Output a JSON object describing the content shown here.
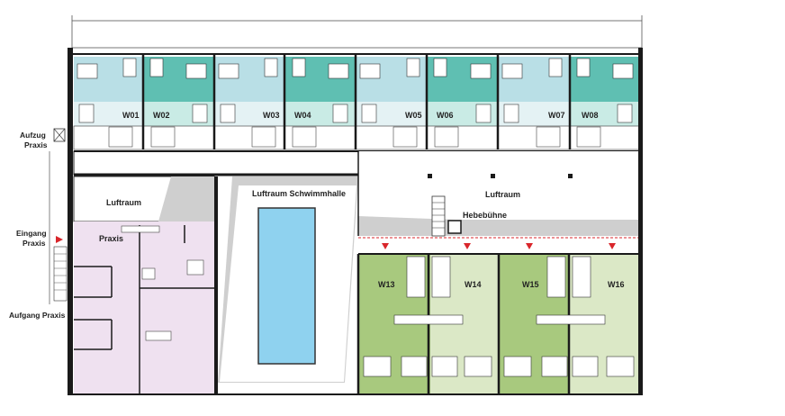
{
  "plan": {
    "units_top": [
      "W01",
      "W02",
      "W03",
      "W04",
      "W05",
      "W06",
      "W07",
      "W08"
    ],
    "units_bottom": [
      "W13",
      "W14",
      "W15",
      "W16"
    ],
    "labels": {
      "luftraum_left": "Luftraum",
      "luftraum_pool": "Luftraum Schwimmhalle",
      "luftraum_right": "Luftraum",
      "hebebuehne": "Hebebühne",
      "praxis": "Praxis"
    },
    "side_labels": {
      "aufzug_1": "Aufzug",
      "aufzug_2": "Praxis",
      "eingang_1": "Eingang",
      "eingang_2": "Praxis",
      "aufgang": "Aufgang Praxis"
    },
    "colors": {
      "unit_light_blue": "#b9dfe6",
      "unit_teal": "#5fbfb2",
      "unit_green": "#a8c97e",
      "unit_light_green": "#dbe8c6",
      "praxis_pink": "#efe1f0",
      "pool_blue": "#8fd2ef",
      "wall": "#1a1a1a",
      "red_marker": "#d9262b",
      "void_grey": "#cfcfcf"
    }
  }
}
